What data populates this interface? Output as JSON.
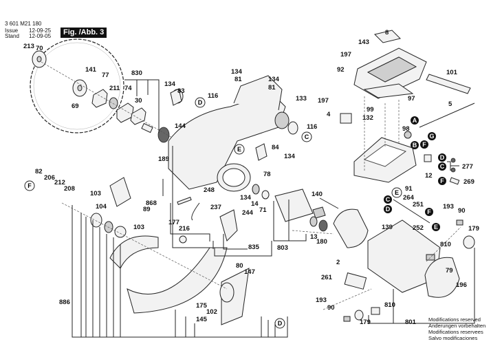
{
  "header": {
    "part_number": "3 601 M21 180",
    "issue_label": "Issue",
    "stand_label": "Stand",
    "issue_date": "12-09-25",
    "stand_date": "12-09-05",
    "figure_label": "Fig. /Abb. 3"
  },
  "footer": {
    "modifications": [
      "Modifications reserved",
      "Änderungen vorbehalten",
      "Modifications reservees",
      "Salvo modificaciones"
    ]
  },
  "part_labels": {
    "p8": "8",
    "p143": "143",
    "p197a": "197",
    "p92": "92",
    "p101": "101",
    "p97": "97",
    "p197b": "197",
    "p4": "4",
    "p99": "99",
    "p132": "132",
    "p5": "5",
    "p98": "98",
    "p213": "213",
    "p70": "70",
    "p141": "141",
    "p77": "77",
    "p211": "211",
    "p74": "74",
    "p830": "830",
    "p30": "30",
    "p69": "69",
    "p134a": "134",
    "p83": "83",
    "p144": "144",
    "p189": "189",
    "p134b": "134",
    "p81a": "81",
    "p134c": "134",
    "p81b": "81",
    "p116a": "116",
    "p133": "133",
    "p116b": "116",
    "p84": "84",
    "p134d": "134",
    "p78": "78",
    "p12": "12",
    "p277": "277",
    "p269": "269",
    "p91": "91",
    "p264": "264",
    "p251": "251",
    "p252": "252",
    "p82": "82",
    "p206": "206",
    "p212": "212",
    "p208": "208",
    "p103a": "103",
    "p104": "104",
    "p89": "89",
    "p103b": "103",
    "p868": "868",
    "p248": "248",
    "p134e": "134",
    "p237": "237",
    "p244": "244",
    "p14": "14",
    "p71": "71",
    "p140": "140",
    "p177": "177",
    "p216": "216",
    "p835": "835",
    "p803": "803",
    "p13": "13",
    "p180": "180",
    "p139": "139",
    "p2": "2",
    "p193a": "193",
    "p90a": "90",
    "p179a": "179",
    "p810a": "810",
    "p79": "79",
    "p196": "196",
    "p261": "261",
    "p193b": "193",
    "p90b": "90",
    "p810b": "810",
    "p179b": "179",
    "p801": "801",
    "p886": "886",
    "p80": "80",
    "p147": "147",
    "p175": "175",
    "p102": "102",
    "p145": "145"
  },
  "reference_markers": {
    "open": {
      "D1": "D",
      "E1": "E",
      "C1": "C",
      "F1": "F",
      "E2": "E",
      "D2": "D"
    },
    "filled": {
      "A": "A",
      "B": "B",
      "F2": "F",
      "G": "G",
      "D3": "D",
      "C2": "C",
      "F3": "F",
      "C3": "C",
      "D4": "D",
      "F4": "F",
      "E3": "E"
    }
  }
}
